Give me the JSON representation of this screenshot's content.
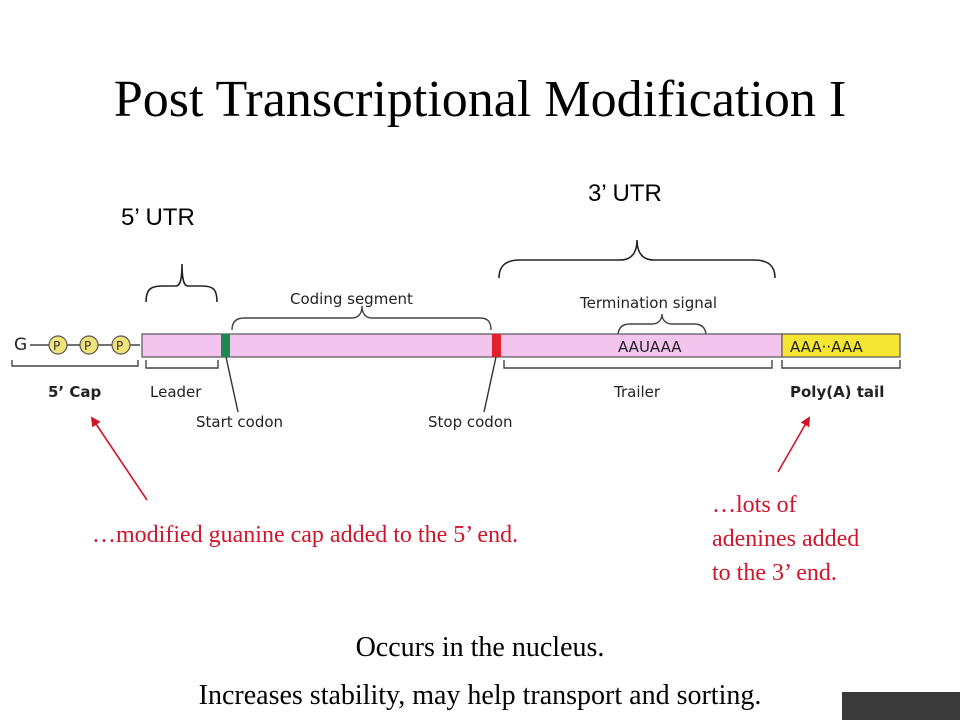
{
  "title": "Post Transcriptional Modification I",
  "labels": {
    "utr5": "5’ UTR",
    "utr3": "3’ UTR"
  },
  "diagram": {
    "cap_g": "G",
    "phosphate": "P",
    "coding_segment": "Coding segment",
    "termination_signal": "Termination signal",
    "aauaaa": "AAUAAA",
    "polya_seq": "AAA··AAA",
    "cap_label": "5’ Cap",
    "leader": "Leader",
    "start_codon": "Start codon",
    "stop_codon": "Stop codon",
    "trailer": "Trailer",
    "polya_label": "Poly(A) tail"
  },
  "notes": {
    "cap_note": "…modified guanine cap added to the 5’ end.",
    "tail_note_lines": [
      "…lots of",
      "adenines added",
      "to the 3’ end."
    ]
  },
  "bottom": {
    "line1": "Occurs in the nucleus.",
    "line2": "Increases stability, may help transport and sorting."
  },
  "colors": {
    "mrna_body": "#f2c4ee",
    "polya_fill": "#f5e633",
    "start_codon_mark": "#1c8a4c",
    "stop_codon_mark": "#e0202a",
    "phosphate_fill": "#f1e27a",
    "annotation_red": "#d0142a"
  }
}
